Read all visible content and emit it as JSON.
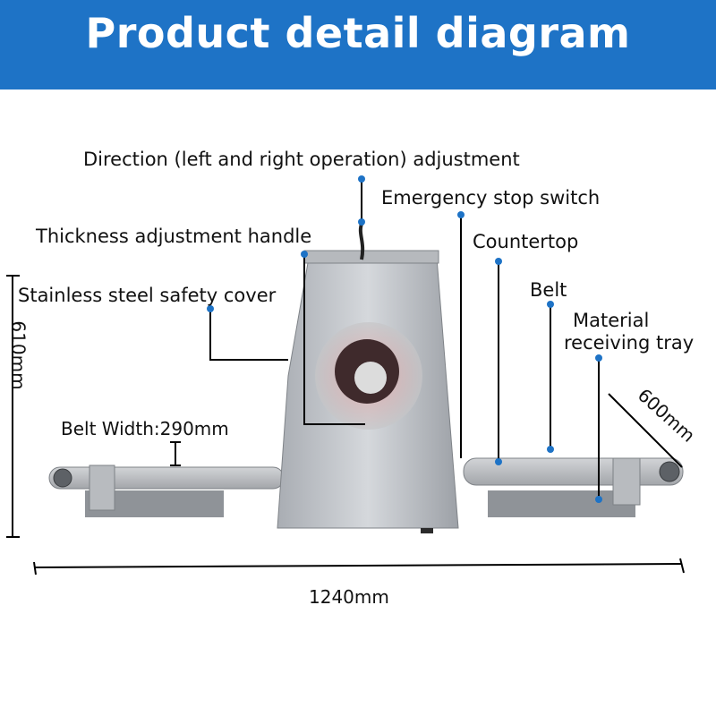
{
  "header": {
    "title": "Product detail diagram",
    "background_color": "#1e73c6"
  },
  "callouts": {
    "direction_adjustment": "Direction (left and right operation) adjustment",
    "emergency_stop_switch": "Emergency stop switch",
    "thickness_adjustment_handle": "Thickness adjustment handle",
    "countertop": "Countertop",
    "stainless_steel_safety_cover": "Stainless steel safety cover",
    "belt": "Belt",
    "material_receiving_tray_line1": "Material",
    "material_receiving_tray_line2": "receiving tray",
    "callout_dot_color": "#1e73c6"
  },
  "dimensions": {
    "height": "610mm",
    "belt_width": "Belt Width:290mm",
    "depth": "600mm",
    "length": "1240mm"
  }
}
